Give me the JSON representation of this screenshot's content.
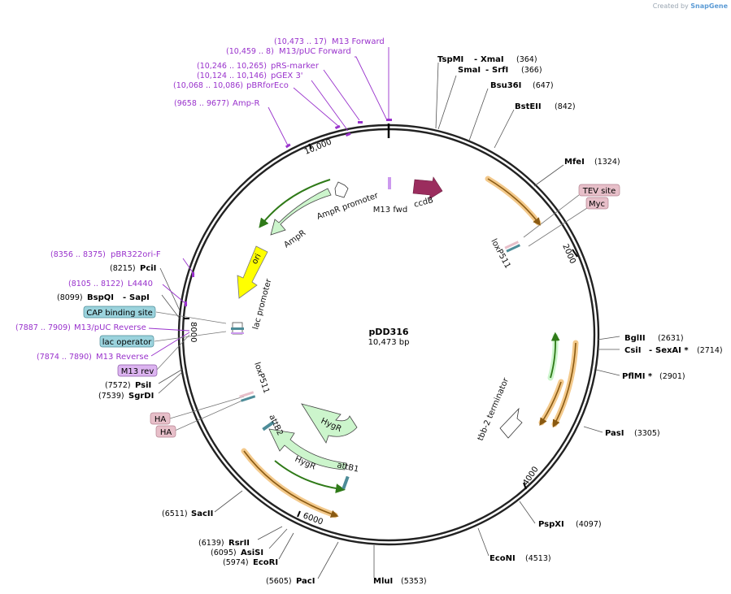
{
  "watermark": {
    "prefix": "Created by",
    "brand": "SnapGene"
  },
  "plasmid": {
    "name": "pDD316",
    "length": "10,473 bp"
  },
  "ticks": [
    "2000",
    "4000",
    "6000",
    "8000",
    "10,000"
  ],
  "enzymes": [
    {
      "name": "TspMI",
      "name2": "XmaI",
      "pos": "(364)"
    },
    {
      "name": "SmaI",
      "name2": "SrfI",
      "pos": "(366)"
    },
    {
      "name": "Bsu36I",
      "pos": "(647)"
    },
    {
      "name": "BstEII",
      "pos": "(842)"
    },
    {
      "name": "MfeI",
      "pos": "(1324)"
    },
    {
      "name": "BglII",
      "pos": "(2631)"
    },
    {
      "name": "CsiI",
      "name2": "SexAI *",
      "pos": "(2714)"
    },
    {
      "name": "PflMI *",
      "pos": "(2901)"
    },
    {
      "name": "PasI",
      "pos": "(3305)"
    },
    {
      "name": "PspXI",
      "pos": "(4097)"
    },
    {
      "name": "EcoNI",
      "pos": "(4513)"
    },
    {
      "name": "MluI",
      "pos": "(5353)"
    },
    {
      "name": "PacI",
      "pos": "(5605)"
    },
    {
      "name": "EcoRI",
      "pos": "(5974)"
    },
    {
      "name": "AsiSI",
      "pos": "(6095)"
    },
    {
      "name": "RsrII",
      "pos": "(6139)"
    },
    {
      "name": "SacII",
      "pos": "(6511)"
    },
    {
      "name": "SgrDI",
      "pos": "(7539)"
    },
    {
      "name": "PsiI",
      "pos": "(7572)"
    },
    {
      "name": "BspQI",
      "name2": "SapI",
      "pos": "(8099)"
    },
    {
      "name": "PciI",
      "pos": "(8215)"
    }
  ],
  "primers": [
    {
      "name": "M13 Forward",
      "pos": "(10,473 .. 17)"
    },
    {
      "name": "M13/pUC Forward",
      "pos": "(10,459 .. 8)"
    },
    {
      "name": "pRS-marker",
      "pos": "(10,246 .. 10,265)"
    },
    {
      "name": "pGEX 3'",
      "pos": "(10,124 .. 10,146)"
    },
    {
      "name": "pBRforEco",
      "pos": "(10,068 .. 10,086)"
    },
    {
      "name": "Amp-R",
      "pos": "(9658 .. 9677)"
    },
    {
      "name": "pBR322ori-F",
      "pos": "(8356 .. 8375)"
    },
    {
      "name": "L4440",
      "pos": "(8105 .. 8122)"
    },
    {
      "name": "M13/pUC Reverse",
      "pos": "(7887 .. 7909)"
    },
    {
      "name": "M13 Reverse",
      "pos": "(7874 .. 7890)"
    }
  ],
  "feature_boxes": [
    {
      "name": "TEV site"
    },
    {
      "name": "Myc"
    },
    {
      "name": "CAP binding site"
    },
    {
      "name": "lac operator"
    },
    {
      "name": "M13 rev"
    },
    {
      "name": "HA"
    },
    {
      "name": "HA"
    }
  ],
  "features": {
    "ccdb": "ccdB",
    "m13fwd": "M13 fwd",
    "ampr_promoter": "AmpR promoter",
    "ampr": "AmpR",
    "ori": "ori",
    "lac_promoter": "lac promoter",
    "loxp_top": "loxP511",
    "loxp_bottom": "loxP511",
    "attb2": "attB2",
    "attb1": "attB1",
    "hygr1": "HygR",
    "hygr2": "HygR",
    "tbb2": "tbb-2 terminator"
  },
  "colors": {
    "backbone": "#222222",
    "primer": "#9932cc",
    "ccdb": "#9b2d5e",
    "ori": "#ffff00",
    "resistance": "#ccf5cc",
    "orf_orange": "#f3c98b",
    "box_pink": "#e7bfc9",
    "box_blue": "#9bd3dd",
    "box_violet": "#dcb4f0"
  }
}
